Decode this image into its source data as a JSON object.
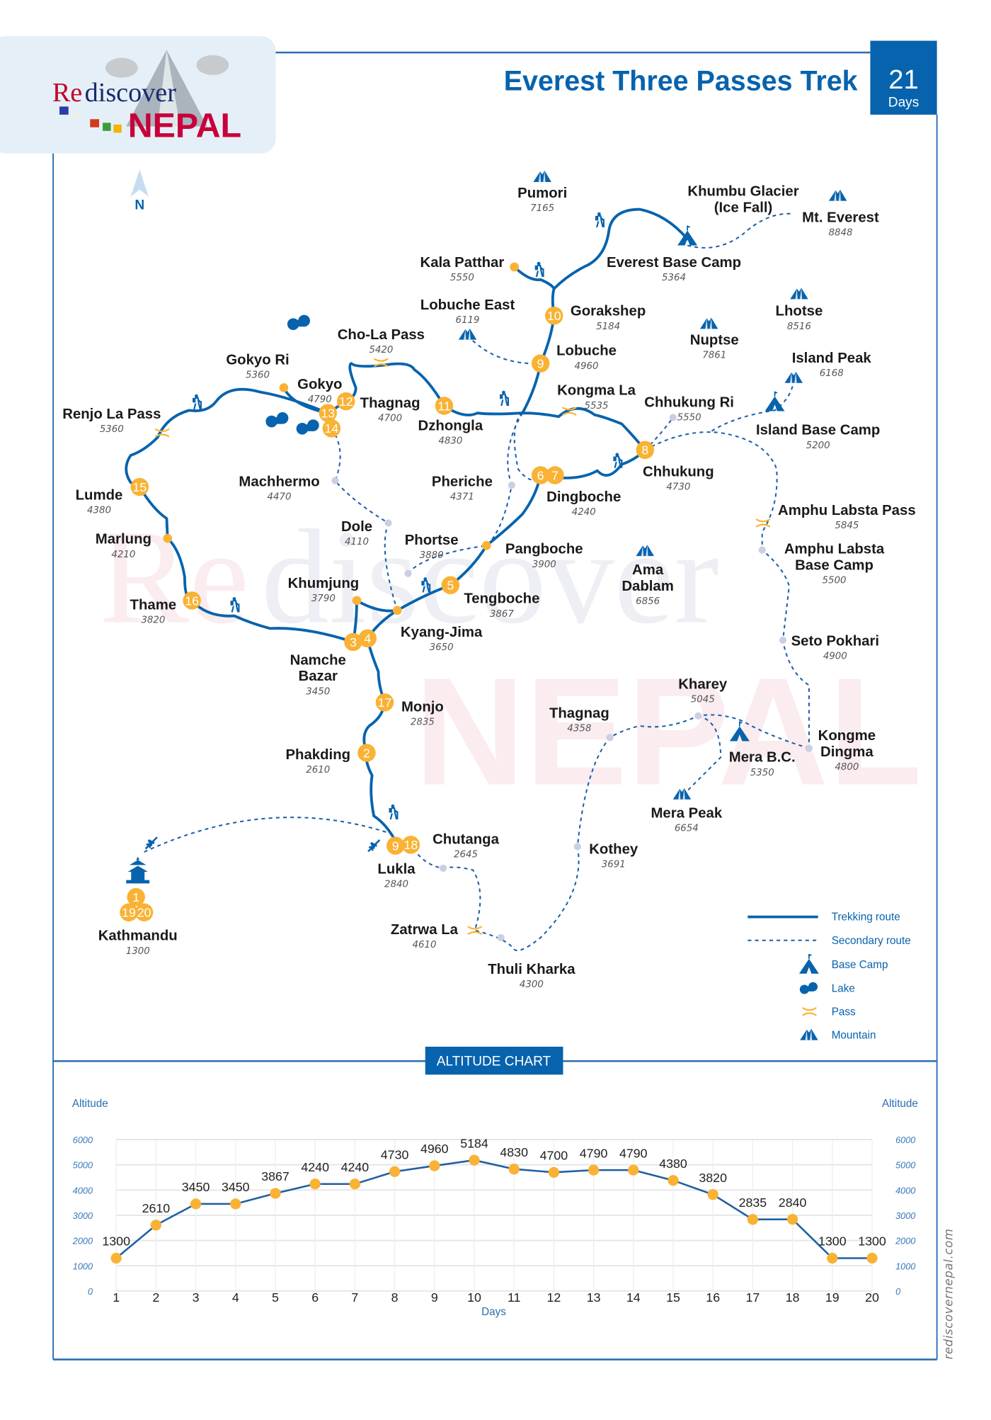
{
  "logo": {
    "text_re": "Re",
    "text_discover": "discover",
    "text_nepal": "NEPAL"
  },
  "header": {
    "title": "Everest Three Passes Trek",
    "days_number": "21",
    "days_label": "Days"
  },
  "compass": {
    "label": "N"
  },
  "colors": {
    "brand_blue": "#0763ad",
    "marker_orange": "#f9b233",
    "waypoint_gray": "#c9d0e3",
    "monjo_label": "#3c4a6e"
  },
  "places": [
    {
      "name": [
        "Pumori"
      ],
      "alt": "7165"
    },
    {
      "name": [
        "Khumbu Glacier",
        "(Ice Fall)"
      ],
      "alt": null
    },
    {
      "name": [
        "Mt. Everest"
      ],
      "alt": "8848"
    },
    {
      "name": [
        "Kala Patthar"
      ],
      "alt": "5550"
    },
    {
      "name": [
        "Everest Base Camp"
      ],
      "alt": "5364"
    },
    {
      "name": [
        "Lobuche East"
      ],
      "alt": "6119"
    },
    {
      "name": [
        "Gorakshep"
      ],
      "alt": "5184"
    },
    {
      "name": [
        "Lhotse"
      ],
      "alt": "8516"
    },
    {
      "name": [
        "Cho-La Pass"
      ],
      "alt": "5420"
    },
    {
      "name": [
        "Nuptse"
      ],
      "alt": "7861"
    },
    {
      "name": [
        "Lobuche"
      ],
      "alt": "4960"
    },
    {
      "name": [
        "Gokyo Ri"
      ],
      "alt": "5360"
    },
    {
      "name": [
        "Island Peak"
      ],
      "alt": "6168"
    },
    {
      "name": [
        "Gokyo"
      ],
      "alt": "4790"
    },
    {
      "name": [
        "Kongma La"
      ],
      "alt": "5535"
    },
    {
      "name": [
        "Chhukung Ri"
      ],
      "alt": "5550"
    },
    {
      "name": [
        "Thagnag"
      ],
      "alt": "4700"
    },
    {
      "name": [
        "Renjo La Pass"
      ],
      "alt": "5360"
    },
    {
      "name": [
        "Dzhongla"
      ],
      "alt": "4830"
    },
    {
      "name": [
        "Island Base Camp"
      ],
      "alt": "5200"
    },
    {
      "name": [
        "Chhukung"
      ],
      "alt": "4730"
    },
    {
      "name": [
        "Machhermo"
      ],
      "alt": "4470"
    },
    {
      "name": [
        "Pheriche"
      ],
      "alt": "4371"
    },
    {
      "name": [
        "Lumde"
      ],
      "alt": "4380"
    },
    {
      "name": [
        "Dingboche"
      ],
      "alt": "4240"
    },
    {
      "name": [
        "Amphu Labsta Pass"
      ],
      "alt": "5845"
    },
    {
      "name": [
        "Dole"
      ],
      "alt": "4110"
    },
    {
      "name": [
        "Marlung"
      ],
      "alt": "4210"
    },
    {
      "name": [
        "Phortse"
      ],
      "alt": "3880"
    },
    {
      "name": [
        "Pangboche"
      ],
      "alt": "3900"
    },
    {
      "name": [
        "Amphu Labsta",
        "Base Camp"
      ],
      "alt": "5500"
    },
    {
      "name": [
        "Ama",
        "Dablam"
      ],
      "alt": "6856"
    },
    {
      "name": [
        "Khumjung"
      ],
      "alt": "3790"
    },
    {
      "name": [
        "Tengboche"
      ],
      "alt": "3867"
    },
    {
      "name": [
        "Thame"
      ],
      "alt": "3820"
    },
    {
      "name": [
        "Kyang-Jima"
      ],
      "alt": "3650"
    },
    {
      "name": [
        "Seto Pokhari"
      ],
      "alt": "4900"
    },
    {
      "name": [
        "Namche",
        "Bazar"
      ],
      "alt": "3450"
    },
    {
      "name": [
        "Kharey"
      ],
      "alt": "5045"
    },
    {
      "name": [
        "Monjo"
      ],
      "alt": "2835"
    },
    {
      "name": [
        "Thagnag"
      ],
      "alt": "4358"
    },
    {
      "name": [
        "Kongme",
        "Dingma"
      ],
      "alt": "4800"
    },
    {
      "name": [
        "Mera B.C."
      ],
      "alt": "5350"
    },
    {
      "name": [
        "Phakding"
      ],
      "alt": "2610"
    },
    {
      "name": [
        "Mera Peak"
      ],
      "alt": "6654"
    },
    {
      "name": [
        "Chutanga"
      ],
      "alt": "2645"
    },
    {
      "name": [
        "Kothey"
      ],
      "alt": "3691"
    },
    {
      "name": [
        "Lukla"
      ],
      "alt": "2840"
    },
    {
      "name": [
        "Kathmandu"
      ],
      "alt": "1300"
    },
    {
      "name": [
        "Zatrwa La"
      ],
      "alt": "4610"
    },
    {
      "name": [
        "Thuli Kharka"
      ],
      "alt": "4300"
    }
  ],
  "day_markers": [
    "1",
    "2",
    "3",
    "4",
    "5",
    "6",
    "7",
    "8",
    "9",
    "10",
    "11",
    "12",
    "13",
    "14",
    "15",
    "16",
    "17",
    "9",
    "18",
    "19",
    "20"
  ],
  "legend": {
    "trekking_route": "Trekking route",
    "secondary_route": "Secondary route",
    "base_camp": "Base Camp",
    "lake": "Lake",
    "pass": "Pass",
    "mountain": "Mountain"
  },
  "website": "rediscovernepal.com",
  "chart_data": {
    "type": "line",
    "title": "ALTITUDE CHART",
    "xlabel": "Days",
    "ylabel": "Altitude",
    "ylabel_right": "Altitude",
    "x": [
      1,
      2,
      3,
      4,
      5,
      6,
      7,
      8,
      9,
      10,
      11,
      12,
      13,
      14,
      15,
      16,
      17,
      18,
      19,
      20
    ],
    "y_ticks": [
      0,
      1000,
      2000,
      3000,
      4000,
      5000,
      6000
    ],
    "ylim": [
      0,
      6000
    ],
    "grid": true,
    "series": [
      {
        "values": [
          1300,
          2610,
          3450,
          3450,
          3867,
          4240,
          4240,
          4730,
          4960,
          5184,
          4830,
          4700,
          4790,
          4790,
          4380,
          3820,
          2835,
          2840,
          1300,
          1300
        ]
      }
    ]
  }
}
